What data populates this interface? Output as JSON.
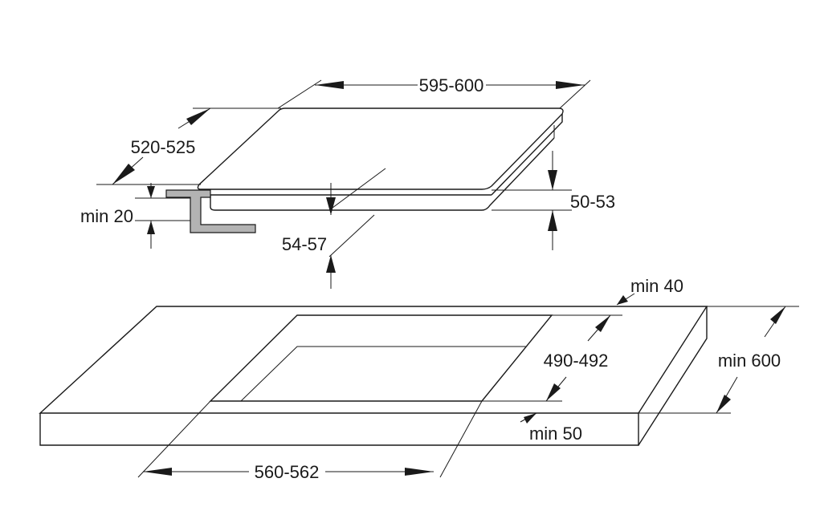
{
  "diagram": {
    "hob": {
      "width_label": "595-600",
      "depth_label": "520-525",
      "height_label": "50-53",
      "clearance_label": "min 20",
      "inset_label": "54-57"
    },
    "worktop": {
      "back_margin_label": "min 40",
      "cutout_depth_label": "490-492",
      "worktop_depth_label": "min 600",
      "front_margin_label": "min 50",
      "cutout_width_label": "560-562"
    }
  }
}
